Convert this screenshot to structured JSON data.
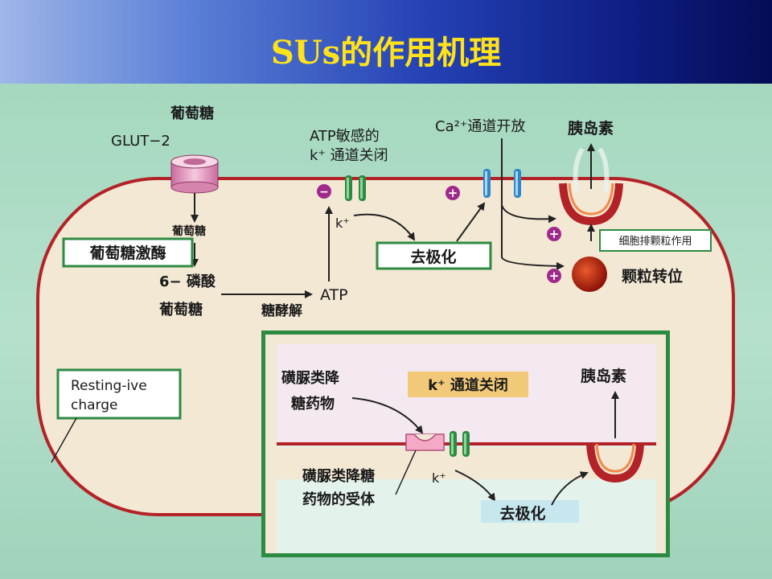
{
  "title": "SUs的作用机理",
  "labels": {
    "glucose_top": "葡萄糖",
    "glut2": "GLUT−2",
    "glucose_mid": "葡萄糖",
    "glucokinase": "葡萄糖激酶",
    "g6p_line1": "6− 磷酸",
    "g6p_line2": "葡萄糖",
    "glycolysis": "糖酵解",
    "atp": "ATP",
    "katp_line1": "ATP敏感的",
    "katp_line2": "k⁺ 通道关闭",
    "ca_channel": "Ca²⁺通道开放",
    "insulin_top": "胰岛素",
    "k_plus": "k⁺",
    "depolarization": "去极化",
    "exocytosis": "细胞排颗粒作用",
    "granule_translocation": "颗粒转位",
    "resting_charge_line1": "Resting-ive",
    "resting_charge_line2": "charge",
    "minus_sign": "−",
    "plus_sign": "+"
  },
  "inset": {
    "su_drug_line1": "磺脲类降",
    "su_drug_line2": "糖药物",
    "k_channel_closed": "k⁺ 通道关闭",
    "insulin": "胰岛素",
    "receptor_line1": "磺脲类降糖",
    "receptor_line2": "药物的受体",
    "k_plus": "k⁺",
    "depolarization": "去极化"
  },
  "colors": {
    "membrane": "#b32227",
    "cell_fill": "#f3e8d4",
    "channel_green": "#2c8a42",
    "channel_blue": "#2f86c8",
    "charge_purple": "#a02a8c",
    "title_yellow": "#ffe21a"
  }
}
